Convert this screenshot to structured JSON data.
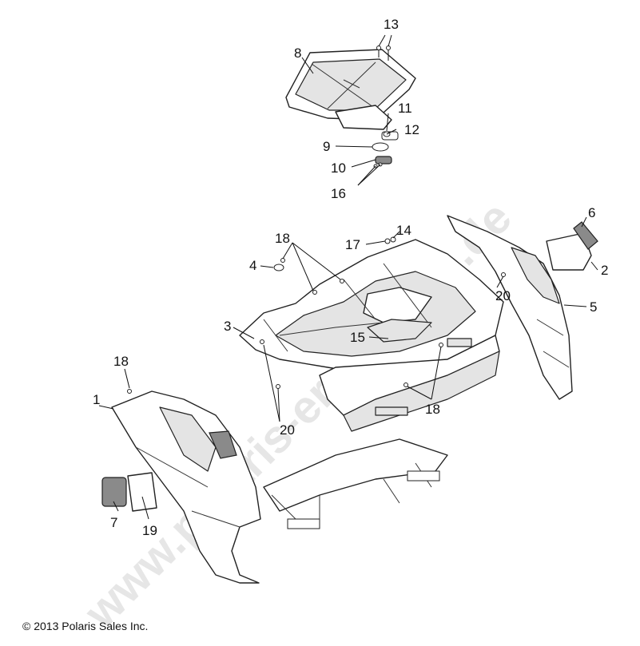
{
  "watermark": "www.polaris-ersatzteile.de",
  "copyright": "© 2013 Polaris Sales Inc.",
  "callouts": [
    "1",
    "2",
    "3",
    "4",
    "5",
    "6",
    "7",
    "8",
    "9",
    "10",
    "11",
    "12",
    "13",
    "14",
    "15",
    "16",
    "17",
    "18",
    "18",
    "18",
    "19",
    "20",
    "20"
  ]
}
